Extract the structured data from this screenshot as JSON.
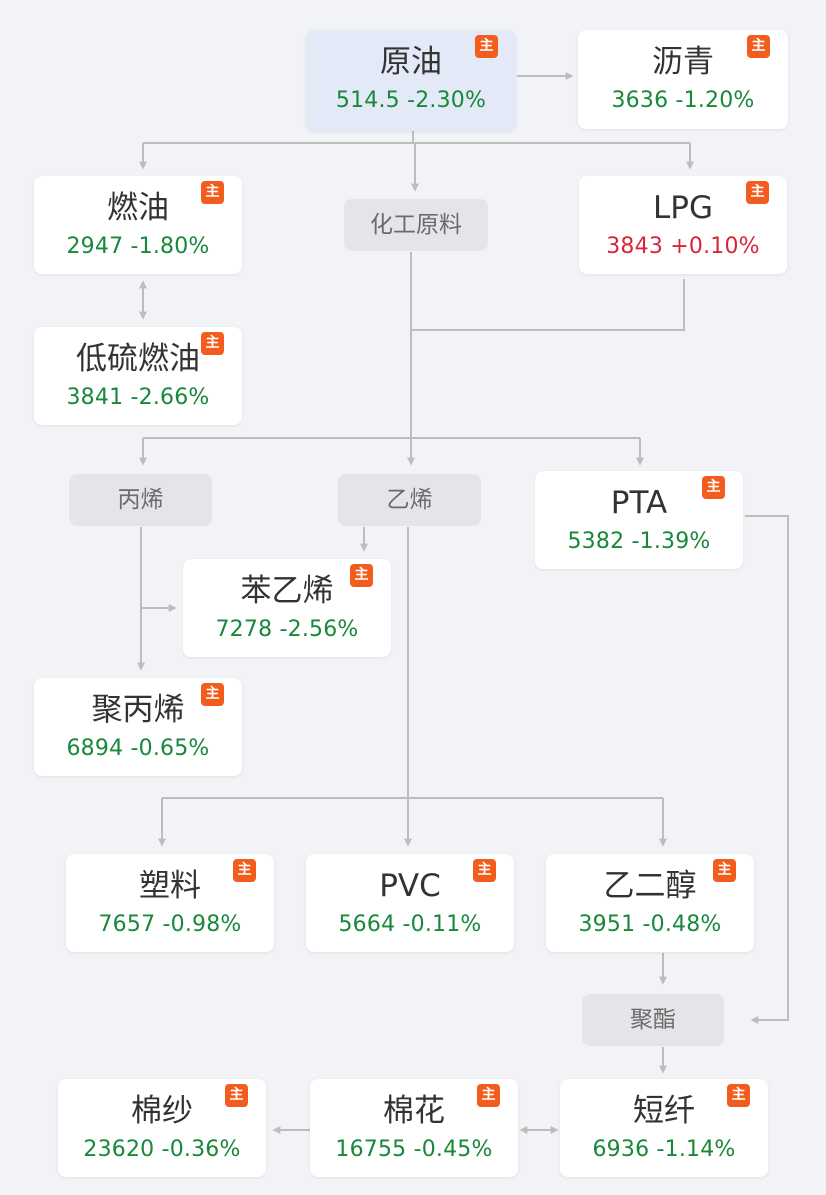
{
  "badge_label": "主",
  "colors": {
    "down": "#18883a",
    "up": "#d9243a",
    "badge": "#f25c1c",
    "selected_bg": "#e3e9f7",
    "line": "#bdbdbd"
  },
  "nodes": {
    "crude": {
      "name": "原油",
      "price": "514.5",
      "change": "-2.30%"
    },
    "asphalt": {
      "name": "沥青",
      "price": "3636",
      "change": "-1.20%"
    },
    "fuel_oil": {
      "name": "燃油",
      "price": "2947",
      "change": "-1.80%"
    },
    "lpg": {
      "name": "LPG",
      "price": "3843",
      "change": "+0.10%"
    },
    "lsfo": {
      "name": "低硫燃油",
      "price": "3841",
      "change": "-2.66%"
    },
    "pta": {
      "name": "PTA",
      "price": "5382",
      "change": "-1.39%"
    },
    "styrene": {
      "name": "苯乙烯",
      "price": "7278",
      "change": "-2.56%"
    },
    "pp": {
      "name": "聚丙烯",
      "price": "6894",
      "change": "-0.65%"
    },
    "plastic": {
      "name": "塑料",
      "price": "7657",
      "change": "-0.98%"
    },
    "pvc": {
      "name": "PVC",
      "price": "5664",
      "change": "-0.11%"
    },
    "eg": {
      "name": "乙二醇",
      "price": "3951",
      "change": "-0.48%"
    },
    "short_fiber": {
      "name": "短纤",
      "price": "6936",
      "change": "-1.14%"
    },
    "cotton": {
      "name": "棉花",
      "price": "16755",
      "change": "-0.45%"
    },
    "cotton_yarn": {
      "name": "棉纱",
      "price": "23620",
      "change": "-0.36%"
    }
  },
  "groups": {
    "chem_raw": "化工原料",
    "propylene": "丙烯",
    "ethylene": "乙烯",
    "polyester": "聚酯"
  }
}
